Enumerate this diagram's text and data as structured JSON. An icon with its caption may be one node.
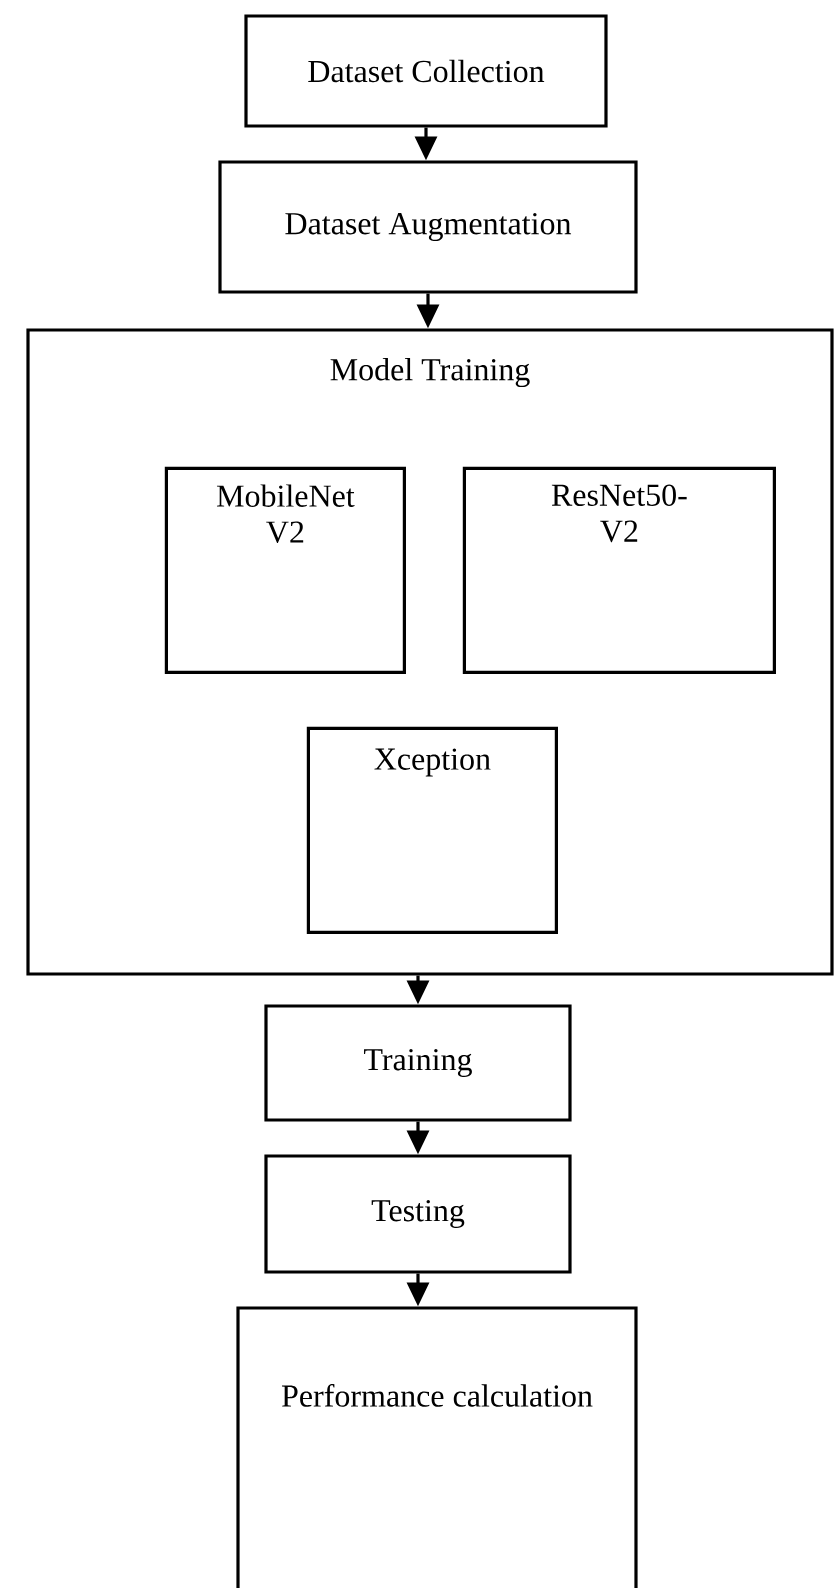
{
  "diagram": {
    "nodes": [
      {
        "text": [
          "Dataset Collection"
        ]
      },
      {
        "text": [
          "Dataset Augmentation"
        ]
      },
      {
        "text": [
          "Model Training"
        ]
      },
      {
        "text": [
          "MobileNet V2"
        ],
        "in": 2
      },
      {
        "text": [
          "ResNet50-V2"
        ],
        "in": 2
      },
      {
        "text": [
          "Xception"
        ],
        "in": 2
      },
      {
        "text": [
          "Training"
        ]
      },
      {
        "text": [
          "Testing"
        ]
      },
      {
        "text": [
          "Performance calculation"
        ]
      }
    ],
    "edges": [
      {
        "from": 0,
        "to": 1,
        "arrow": "to"
      },
      {
        "from": 1,
        "to": 2,
        "arrow": "to"
      },
      {
        "from": 2,
        "to": 6,
        "arrow": "to"
      },
      {
        "from": 6,
        "to": 7,
        "arrow": "to"
      },
      {
        "from": 7,
        "to": 8,
        "arrow": "to"
      }
    ]
  }
}
